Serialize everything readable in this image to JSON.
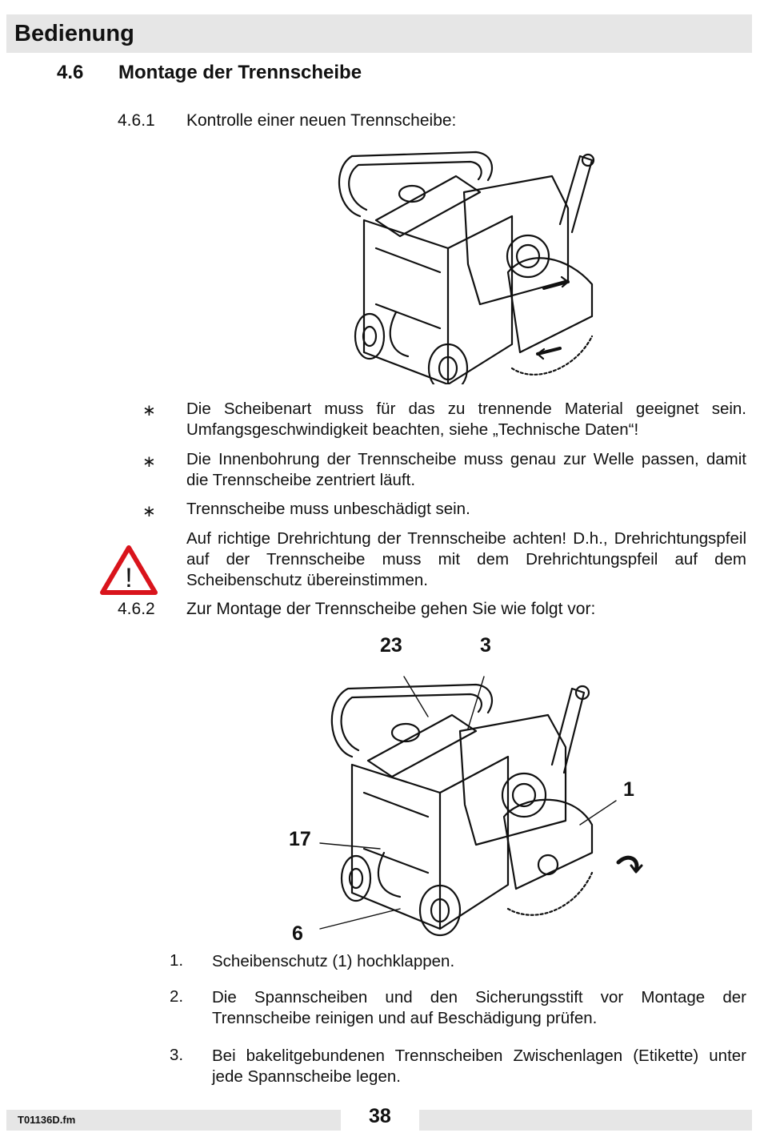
{
  "header": {
    "title": "Bedienung"
  },
  "section": {
    "number": "4.6",
    "title": "Montage der Trennscheibe"
  },
  "sub1": {
    "number": "4.6.1",
    "title": "Kontrolle einer neuen Trennscheibe:"
  },
  "bullets": [
    {
      "symbol": "∗",
      "text": "Die Scheibenart muss für das zu trennende Material geeignet sein. Umfangsgeschwindigkeit beachten, siehe „Technische Daten“!"
    },
    {
      "symbol": "∗",
      "text": "Die Innenbohrung der Trennscheibe muss genau zur Welle passen, damit die Trennscheibe zentriert läuft."
    },
    {
      "symbol": "∗",
      "text": "Trennscheibe muss unbeschädigt sein."
    }
  ],
  "warning": {
    "glyph": "!",
    "text": "Auf richtige Drehrichtung der Trennscheibe achten! D.h., Drehrichtungspfeil auf der Trennscheibe muss mit dem Drehrichtungspfeil auf dem Scheibenschutz übereinstimmen."
  },
  "sub2": {
    "number": "4.6.2",
    "title": "Zur Montage der Trennscheibe gehen Sie wie folgt vor:"
  },
  "figure2_callouts": {
    "c23": "23",
    "c3": "3",
    "c1": "1",
    "c17": "17",
    "c6": "6"
  },
  "steps": [
    {
      "num": "1.",
      "text": "Scheibenschutz (1) hochklappen."
    },
    {
      "num": "2.",
      "text": "Die Spannscheiben und den Sicherungsstift vor Montage der Trennscheibe reinigen und auf Beschädigung prüfen."
    },
    {
      "num": "3.",
      "text": "Bei bakelitgebundenen Trennscheiben Zwischenlagen (Etikette) unter jede Spannscheibe legen."
    }
  ],
  "footer": {
    "file": "T01136D.fm",
    "page": "38"
  },
  "colors": {
    "header_bg": "#e6e6e6",
    "warning_red": "#d9141c"
  }
}
